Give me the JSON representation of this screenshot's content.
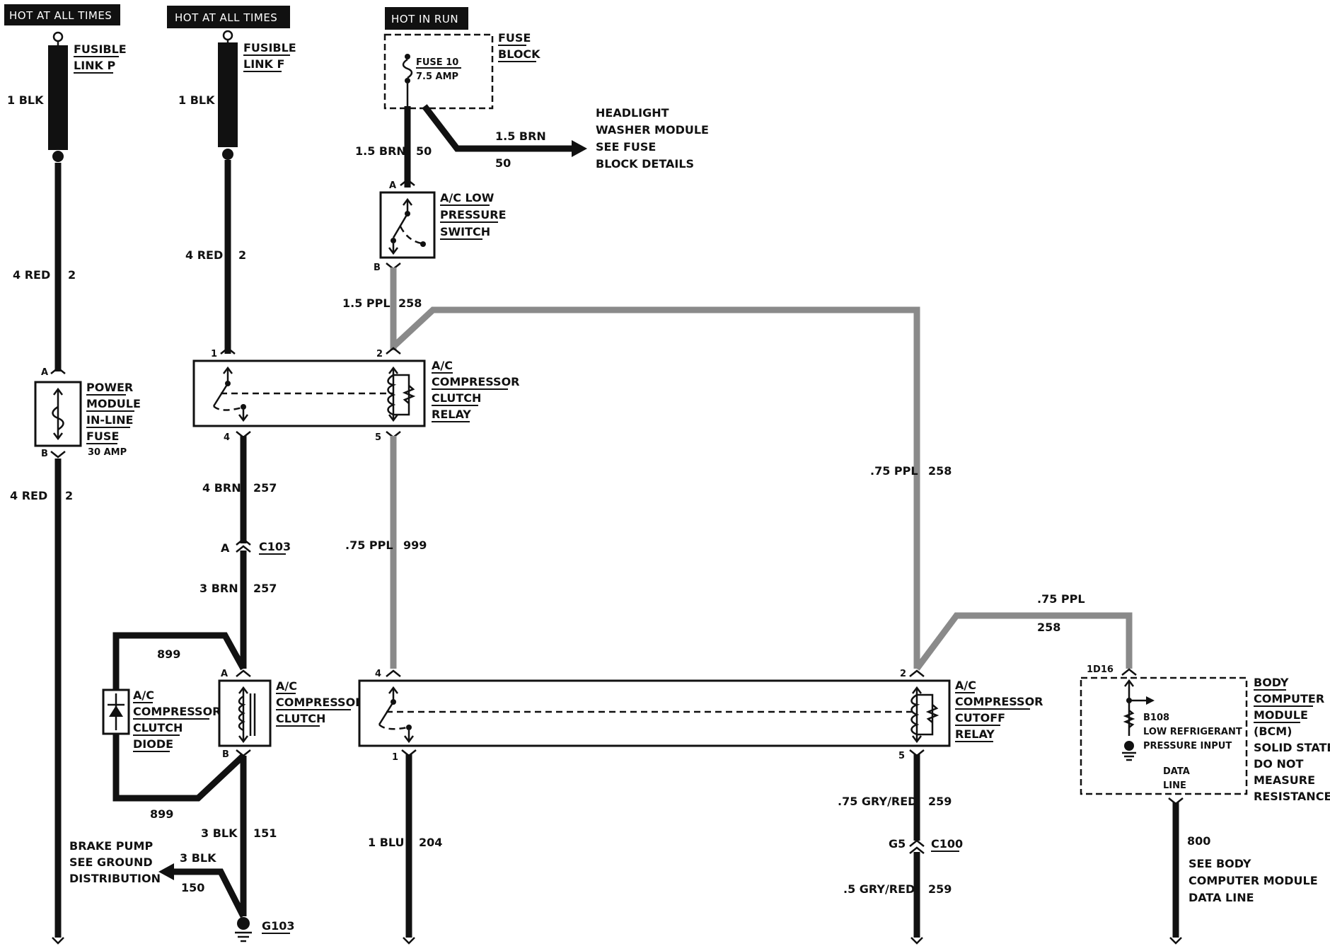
{
  "headers": {
    "left": "HOT AT ALL TIMES",
    "mid": "HOT AT ALL TIMES",
    "run": "HOT IN RUN"
  },
  "fusible_p": {
    "name1": "FUSIBLE",
    "name2": "LINK P",
    "wire": "1 BLK"
  },
  "fusible_f": {
    "name1": "FUSIBLE",
    "name2": "LINK F",
    "wire": "1 BLK"
  },
  "fuse_block": {
    "name1": "FUSE",
    "name2": "BLOCK",
    "fuse": "FUSE 10",
    "amp": "7.5 AMP"
  },
  "headlight": {
    "line1": "HEADLIGHT",
    "line2": "WASHER MODULE",
    "line3": "SEE FUSE",
    "line4": "BLOCK DETAILS",
    "wire": "1.5 BRN",
    "circuit": "50"
  },
  "wires": {
    "p_upper": {
      "gauge": "4 RED",
      "circuit": "2"
    },
    "p_lower": {
      "gauge": "4 RED",
      "circuit": "2"
    },
    "f_upper": {
      "gauge": "4 RED",
      "circuit": "2"
    },
    "fuse_out": {
      "gauge": "1.5 BRN",
      "circuit": "50"
    },
    "switch_out": {
      "gauge": "1.5 PPL",
      "circuit": "258"
    },
    "relay4": {
      "gauge": "4 BRN",
      "circuit": "257"
    },
    "c103_below": {
      "gauge": "3 BRN",
      "circuit": "257"
    },
    "relay5": {
      "gauge": ".75 PPL",
      "circuit": "999"
    },
    "right_vert": {
      "gauge": ".75 PPL",
      "circuit": "258"
    },
    "bcm_feed": {
      "gauge": ".75 PPL",
      "circuit": "258"
    },
    "diode_top": {
      "circuit": "899"
    },
    "diode_bot": {
      "circuit": "899"
    },
    "clutch_ground": {
      "gauge": "3 BLK",
      "circuit": "151"
    },
    "brake": {
      "gauge": "3 BLK",
      "circuit": "150"
    },
    "cutoff1": {
      "gauge": "1 BLU",
      "circuit": "204"
    },
    "cutoff5_upper": {
      "gauge": ".75 GRY/RED",
      "circuit": "259"
    },
    "cutoff5_lower": {
      "gauge": ".5 GRY/RED",
      "circuit": "259"
    },
    "bcm_data": {
      "circuit": "800"
    }
  },
  "power_module": {
    "line1": "POWER",
    "line2": "MODULE",
    "line3": "IN-LINE",
    "line4": "FUSE",
    "amp": "30 AMP",
    "pinA": "A",
    "pinB": "B"
  },
  "low_switch": {
    "line1": "A/C LOW",
    "line2": "PRESSURE",
    "line3": "SWITCH",
    "pinA": "A",
    "pinB": "B"
  },
  "clutch_relay": {
    "line1": "A/C",
    "line2": "COMPRESSOR",
    "line3": "CLUTCH",
    "line4": "RELAY",
    "p1": "1",
    "p2": "2",
    "p4": "4",
    "p5": "5"
  },
  "c103": {
    "pin": "A",
    "name": "C103"
  },
  "diode": {
    "line1": "A/C",
    "line2": "COMPRESSOR",
    "line3": "CLUTCH",
    "line4": "DIODE"
  },
  "clutch": {
    "line1": "A/C",
    "line2": "COMPRESSOR",
    "line3": "CLUTCH",
    "pinA": "A",
    "pinB": "B"
  },
  "cutoff_relay": {
    "line1": "A/C",
    "line2": "COMPRESSOR",
    "line3": "CUTOFF",
    "line4": "RELAY",
    "p1": "1",
    "p2": "2",
    "p4": "4",
    "p5": "5"
  },
  "brake_pump": {
    "line1": "BRAKE PUMP",
    "line2": "SEE GROUND",
    "line3": "DISTRIBUTION"
  },
  "g103": {
    "name": "G103"
  },
  "c100": {
    "pin": "G5",
    "name": "C100"
  },
  "bcm": {
    "pin": "1D16",
    "line1": "BODY",
    "line2": "COMPUTER",
    "line3": "MODULE",
    "line4": "(BCM)",
    "line5": "SOLID STATE",
    "line6": "DO NOT",
    "line7": "MEASURE",
    "line8": "RESISTANCE",
    "input1": "B108",
    "input2": "LOW REFRIGERANT",
    "input3": "PRESSURE INPUT",
    "data1": "DATA",
    "data2": "LINE"
  },
  "bcm_data_ref": {
    "line1": "SEE BODY",
    "line2": "COMPUTER MODULE",
    "line3": "DATA LINE"
  }
}
